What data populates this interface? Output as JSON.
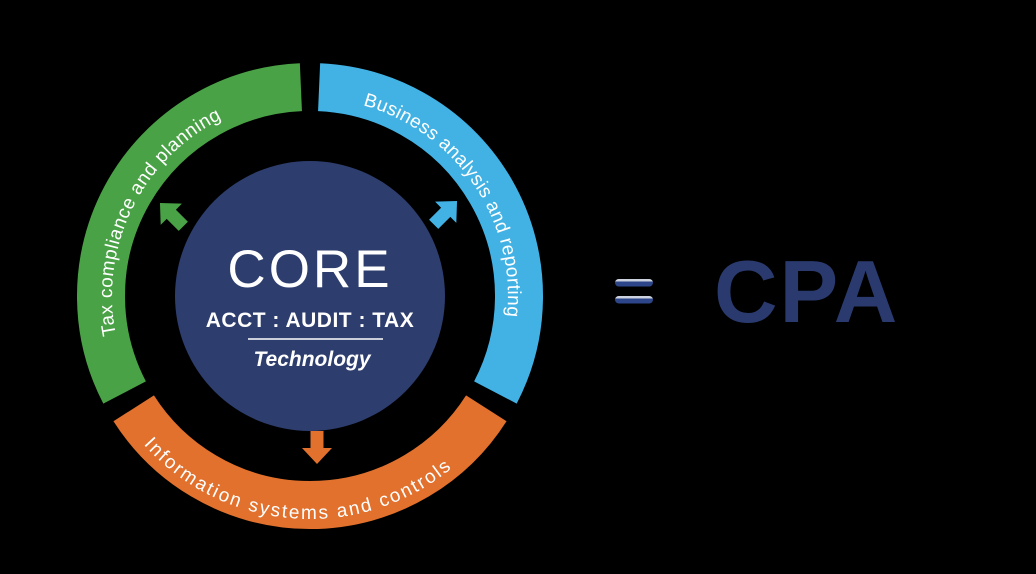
{
  "colors": {
    "background": "#000000",
    "navy_circle": "#2d3d6d",
    "white": "#ffffff",
    "equals_blue": "#2d4689",
    "cpa_navy": "#2a3a6e"
  },
  "diagram": {
    "center": {
      "title": "CORE",
      "subtitle": "ACCT : AUDIT : TAX",
      "footer": "Technology"
    },
    "segments": [
      {
        "label": "Tax compliance and planning",
        "color": "#4aa246",
        "position": "top-left",
        "arrow_icon": "arrow-northwest"
      },
      {
        "label": "Business analysis and reporting",
        "color": "#42b2e4",
        "position": "top-right",
        "arrow_icon": "arrow-northeast"
      },
      {
        "label": "Information systems and controls",
        "color": "#e1712d",
        "position": "bottom",
        "arrow_icon": "arrow-down"
      }
    ]
  },
  "equation": {
    "equals_symbol": "=",
    "result": "CPA"
  }
}
